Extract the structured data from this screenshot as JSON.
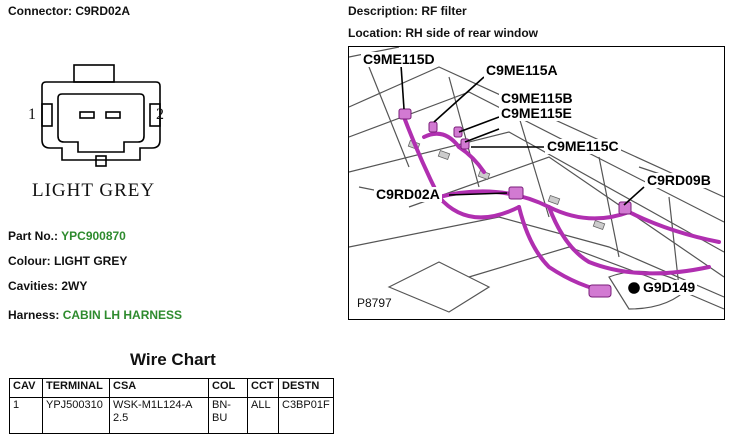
{
  "header": {
    "connector": "Connector: C9RD02A",
    "description": "Description: RF filter",
    "location": "Location: RH side of rear window"
  },
  "connector_diagram": {
    "pin_left": "1",
    "pin_right": "2",
    "color_caption": "LIGHT GREY"
  },
  "info": {
    "part_no_label": "Part No.:",
    "part_no_value": "YPC900870",
    "colour": "Colour: LIGHT GREY",
    "cavities": "Cavities: 2WY",
    "harness_label": "Harness:",
    "harness_value": "CABIN LH HARNESS"
  },
  "wire_chart": {
    "title": "Wire Chart",
    "headers": [
      "CAV",
      "TERMINAL",
      "CSA",
      "COL",
      "CCT",
      "DESTN"
    ],
    "rows": [
      [
        "1",
        "YPJ500310",
        "WSK-M1L124-A 2.5",
        "BN-BU",
        "ALL",
        "C3BP01F"
      ]
    ]
  },
  "photo": {
    "callouts": [
      "C9ME115D",
      "C9ME115A",
      "C9ME115B",
      "C9ME115E",
      "C9ME115C",
      "C9RD02A",
      "C9RD09B",
      "G9D149"
    ],
    "ref": "P8797"
  },
  "colors": {
    "green_value": "#2e8b2e",
    "harness_magenta": "#b02fb0"
  }
}
